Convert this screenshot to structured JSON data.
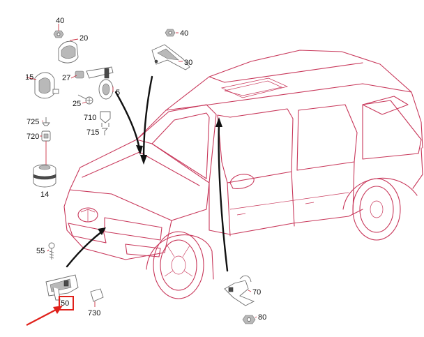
{
  "diagram": {
    "callouts": [
      "40",
      "20",
      "15",
      "27",
      "25",
      "710",
      "715",
      "5",
      "725",
      "720",
      "14",
      "40",
      "30",
      "55",
      "50",
      "730",
      "70",
      "80"
    ]
  },
  "colors": {
    "outline": "#c8375a",
    "leader": "#cc3344",
    "highlight": "#e0201a",
    "arrow": "#111111"
  }
}
